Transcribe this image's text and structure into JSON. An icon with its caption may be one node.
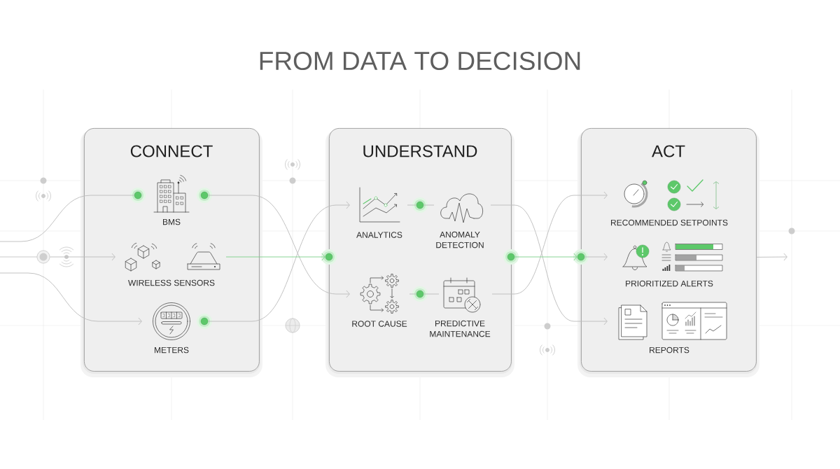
{
  "diagram": {
    "title": "FROM DATA TO DECISION",
    "nodes": [
      {
        "text": [
          "CONNECT"
        ]
      },
      {
        "text": [
          "BMS"
        ],
        "in": 0
      },
      {
        "text": [
          "WIRELESS SENSORS"
        ],
        "in": 0
      },
      {
        "text": [
          "METERS"
        ],
        "in": 0
      },
      {
        "text": [
          "UNDERSTAND"
        ]
      },
      {
        "text": [
          "ANALYTICS"
        ],
        "in": 4
      },
      {
        "text": [
          "ANOMALY DETECTION"
        ],
        "in": 4
      },
      {
        "text": [
          "ROOT CAUSE"
        ],
        "in": 4
      },
      {
        "text": [
          "PREDICTIVE MAINTENANCE"
        ],
        "in": 4
      },
      {
        "text": [
          "ACT"
        ]
      },
      {
        "text": [
          "RECOMMENDED SETPOINTS"
        ],
        "in": 9
      },
      {
        "text": [
          "PRIORITIZED ALERTS"
        ],
        "in": 9
      },
      {
        "text": [
          "REPORTS"
        ],
        "in": 9
      },
      {
        "text": [],
        "shape": "circle"
      },
      {
        "text": [],
        "shape": "circle",
        "in": 0
      },
      {
        "text": [],
        "shape": "circle",
        "in": 0
      },
      {
        "text": [],
        "shape": "circle",
        "in": 0
      },
      {
        "text": [],
        "shape": "circle"
      },
      {
        "text": [],
        "shape": "circle",
        "in": 4
      },
      {
        "text": [],
        "shape": "circle",
        "in": 4
      },
      {
        "text": [],
        "shape": "circle"
      },
      {
        "text": [],
        "shape": "circle"
      }
    ],
    "edges": [
      {
        "from": null,
        "to": 14,
        "arrow": "none"
      },
      {
        "from": 13,
        "to": 2,
        "arrow": "to"
      },
      {
        "from": null,
        "to": 3,
        "arrow": "to"
      },
      {
        "from": 15,
        "to": 7,
        "arrow": "to"
      },
      {
        "from": 16,
        "to": 5,
        "arrow": "to"
      },
      {
        "from": 2,
        "to": 17,
        "arrow": "to",
        "color": "#7ccf88"
      },
      {
        "from": 5,
        "to": 18,
        "arrow": "none"
      },
      {
        "from": 18,
        "to": 6,
        "arrow": "none"
      },
      {
        "from": 7,
        "to": 19,
        "arrow": "none"
      },
      {
        "from": 19,
        "to": 8,
        "arrow": "none"
      },
      {
        "from": 6,
        "to": 12,
        "arrow": "to"
      },
      {
        "from": 8,
        "to": 10,
        "arrow": "to"
      },
      {
        "from": 20,
        "to": 21,
        "arrow": "to",
        "color": "#7ccf88"
      },
      {
        "from": 21,
        "to": 11,
        "arrow": "to"
      },
      {
        "from": 9,
        "to": null,
        "arrow": "to"
      }
    ]
  }
}
